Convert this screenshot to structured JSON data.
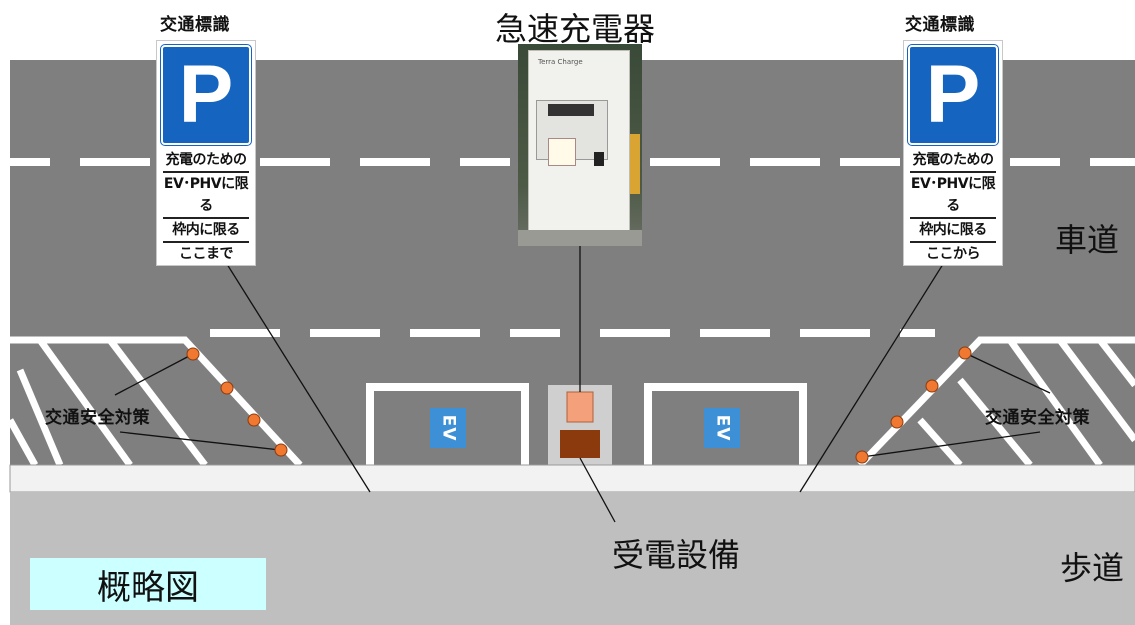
{
  "title": "急速充電器",
  "labels": {
    "roadway": "車道",
    "sidewalk": "歩道",
    "power_equipment": "受電設備",
    "safety_left": "交通安全対策",
    "safety_right": "交通安全対策",
    "legend": "概略図"
  },
  "signs": {
    "left": {
      "caption": "交通標識",
      "symbol": "P",
      "lines": [
        "充電のための",
        "EV･PHVに限る",
        "枠内に限る",
        "ここまで"
      ]
    },
    "right": {
      "caption": "交通標識",
      "symbol": "P",
      "lines": [
        "充電のための",
        "EV･PHVに限る",
        "枠内に限る",
        "ここから"
      ]
    }
  },
  "parking": {
    "left_tag": "EV",
    "right_tag": "EV"
  },
  "charger": {
    "brand": "Terra Charge"
  },
  "colors": {
    "road": "#7f7f7f",
    "sidewalk": "#bfbfbf",
    "curb": "#f2f2f2",
    "sign_blue": "#1565c0",
    "ev_tag": "#3d8fd6",
    "cone": "#f07830",
    "transformer_top": "#f4a07a",
    "transformer_bottom": "#8b3a0e",
    "legend_bg": "#ccffff"
  }
}
